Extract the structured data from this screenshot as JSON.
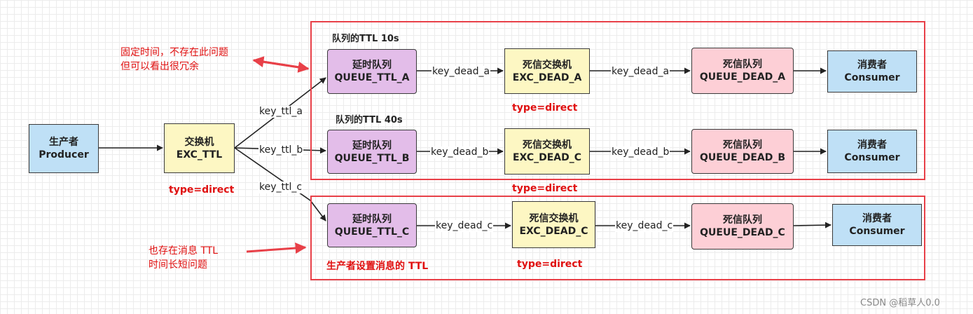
{
  "producer": {
    "line1": "生产者",
    "line2": "Producer"
  },
  "exchange": {
    "line1": "交换机",
    "line2": "EXC_TTL",
    "type": "type=direct"
  },
  "routing": {
    "a": "key_ttl_a",
    "b": "key_ttl_b",
    "c": "key_ttl_c"
  },
  "group_a": {
    "title": "队列的TTL 10s",
    "queue": {
      "line1": "延时队列",
      "line2": "QUEUE_TTL_A"
    },
    "dead_key_1": "key_dead_a",
    "dlx": {
      "line1": "死信交换机",
      "line2": "EXC_DEAD_A",
      "type": "type=direct"
    },
    "dead_key_2": "key_dead_a",
    "dead_queue": {
      "line1": "死信队列",
      "line2": "QUEUE_DEAD_A"
    },
    "consumer": {
      "line1": "消费者",
      "line2": "Consumer"
    }
  },
  "group_b": {
    "title": "队列的TTL 40s",
    "queue": {
      "line1": "延时队列",
      "line2": "QUEUE_TTL_B"
    },
    "dead_key_1": "key_dead_b",
    "dlx": {
      "line1": "死信交换机",
      "line2": "EXC_DEAD_C",
      "type": "type=direct"
    },
    "dead_key_2": "key_dead_b",
    "dead_queue": {
      "line1": "死信队列",
      "line2": "QUEUE_DEAD_B"
    },
    "consumer": {
      "line1": "消费者",
      "line2": "Consumer"
    }
  },
  "group_c": {
    "queue": {
      "line1": "延时队列",
      "line2": "QUEUE_TTL_C"
    },
    "dead_key_1": "key_dead_c",
    "dlx": {
      "line1": "死信交换机",
      "line2": "EXC_DEAD_C",
      "type": "type=direct"
    },
    "dead_key_2": "key_dead_c",
    "dead_queue": {
      "line1": "死信队列",
      "line2": "QUEUE_DEAD_C"
    },
    "consumer": {
      "line1": "消费者",
      "line2": "Consumer"
    },
    "note": "生产者设置消息的 TTL"
  },
  "annotation_top": {
    "line1": "固定时间，不存在此问题",
    "line2": "但可以看出很冗余"
  },
  "annotation_bottom": {
    "line1": "也存在消息 TTL",
    "line2": "时间长短问题"
  },
  "watermark": "CSDN @稻草人0.0",
  "colors": {
    "producer_consumer": "#bfe0f6",
    "exchange": "#fdf7c3",
    "ttl_queue": "#e3bde9",
    "dead_queue": "#fdcfd6",
    "highlight": "#e84048",
    "annotation_text": "#e01010"
  }
}
